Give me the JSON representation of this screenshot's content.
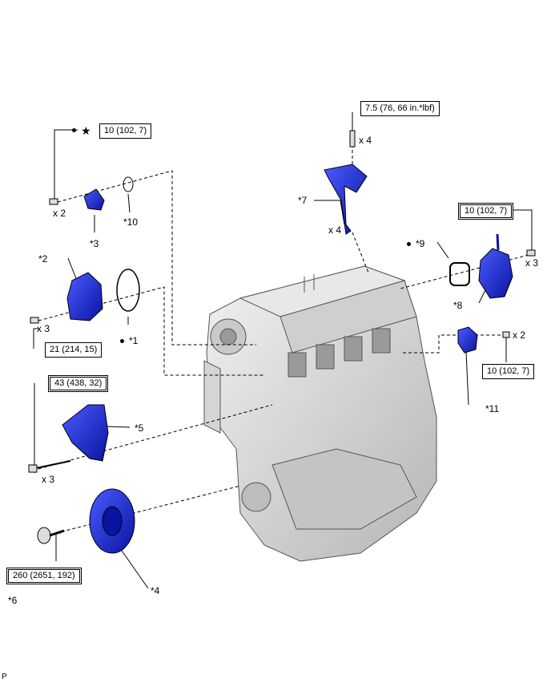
{
  "parts": {
    "p1": "*1",
    "p2": "*2",
    "p3": "*3",
    "p4": "*4",
    "p5": "*5",
    "p6": "*6",
    "p7": "*7",
    "p8": "*8",
    "p9": "*9",
    "p10": "*10",
    "p11": "*11"
  },
  "quantities": {
    "q_bolt_top": "x 4",
    "q_coil": "x 4",
    "q_left_top": "x 2",
    "q_left_mid": "x 3",
    "q_left_low": "x 3",
    "q_right_top": "x 3",
    "q_right_mid": "x 2"
  },
  "torques": {
    "t_coil_bolt": "7.5 (76, 66 in.*lbf)",
    "t_left_top": "10 (102, 7)",
    "t_right_top": "10 (102, 7)",
    "t_left_mid": "21 (214, 15)",
    "t_right_mid": "10 (102, 7)",
    "t_bracket": "43 (438, 32)",
    "t_pulley": "260 (2651, 192)"
  },
  "symbols": {
    "star": "★"
  },
  "footer": {
    "code": "P"
  },
  "colors": {
    "part_blue": "#2233cc",
    "engine_gray": "#d9d9d9",
    "line": "#000000"
  }
}
